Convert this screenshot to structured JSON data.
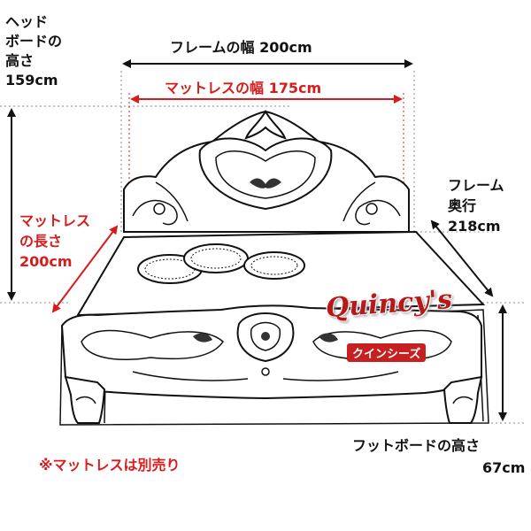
{
  "headboard_height": {
    "line1": "ヘッド",
    "line2": "ボードの",
    "line3": "高さ",
    "value": "159cm"
  },
  "frame_width": {
    "label": "フレームの幅 200cm"
  },
  "mattress_width": {
    "label": "マットレスの幅 175cm"
  },
  "frame_depth": {
    "line1": "フレーム",
    "line2": "奥行",
    "value": "218cm"
  },
  "mattress_length": {
    "line1": "マットレス",
    "line2": "の長さ",
    "value": "200cm"
  },
  "footboard_height": {
    "label": "フットボードの高さ",
    "value": "67cm"
  },
  "note": "※マットレスは別売り",
  "brand": {
    "script": "Quincy's",
    "kana": "クインシーズ"
  },
  "colors": {
    "dimension_black": "#111111",
    "dimension_red": "#d81b1b",
    "guide_dotted": "#888888"
  }
}
